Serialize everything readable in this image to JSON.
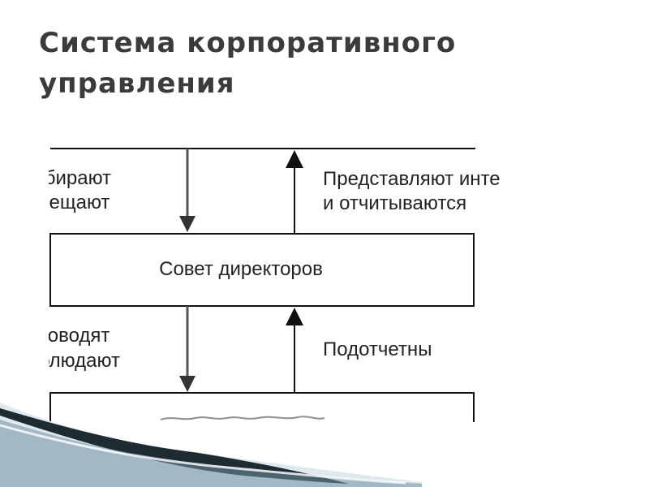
{
  "slide": {
    "title_line1": "Система корпоративного",
    "title_line2": "управления"
  },
  "diagram": {
    "top_left_label_line1": "збирают",
    "top_left_label_line2": "мещают",
    "top_right_label_line1": "Представляют инте",
    "top_right_label_line2": "и отчитываются",
    "board_box_label": "Совет директоров",
    "bottom_left_label_line1": "ководят",
    "bottom_left_label_line2": "блюдают",
    "bottom_right_label": "Подотчетны"
  },
  "colors": {
    "title": "#3b3b3b",
    "line": "#111111",
    "down_arrow": "#555555",
    "accent_light": "#dfe8ef",
    "accent_dark": "#1f2b33"
  }
}
